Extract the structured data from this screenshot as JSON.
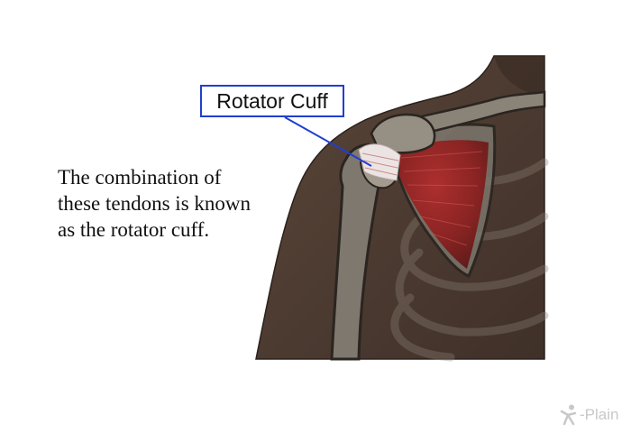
{
  "label": {
    "text": "Rotator Cuff",
    "border_color": "#1f3fcf"
  },
  "caption": {
    "lines": [
      "The combination of",
      "these tendons is known",
      "as the rotator cuff."
    ]
  },
  "logo": {
    "text": "-Plain",
    "icon": "x-plain-figure-icon"
  },
  "colors": {
    "skin": "#4d3b31",
    "bone": "#8a8478",
    "muscle": "#8c1c1c",
    "tendon": "#ece4e2"
  }
}
